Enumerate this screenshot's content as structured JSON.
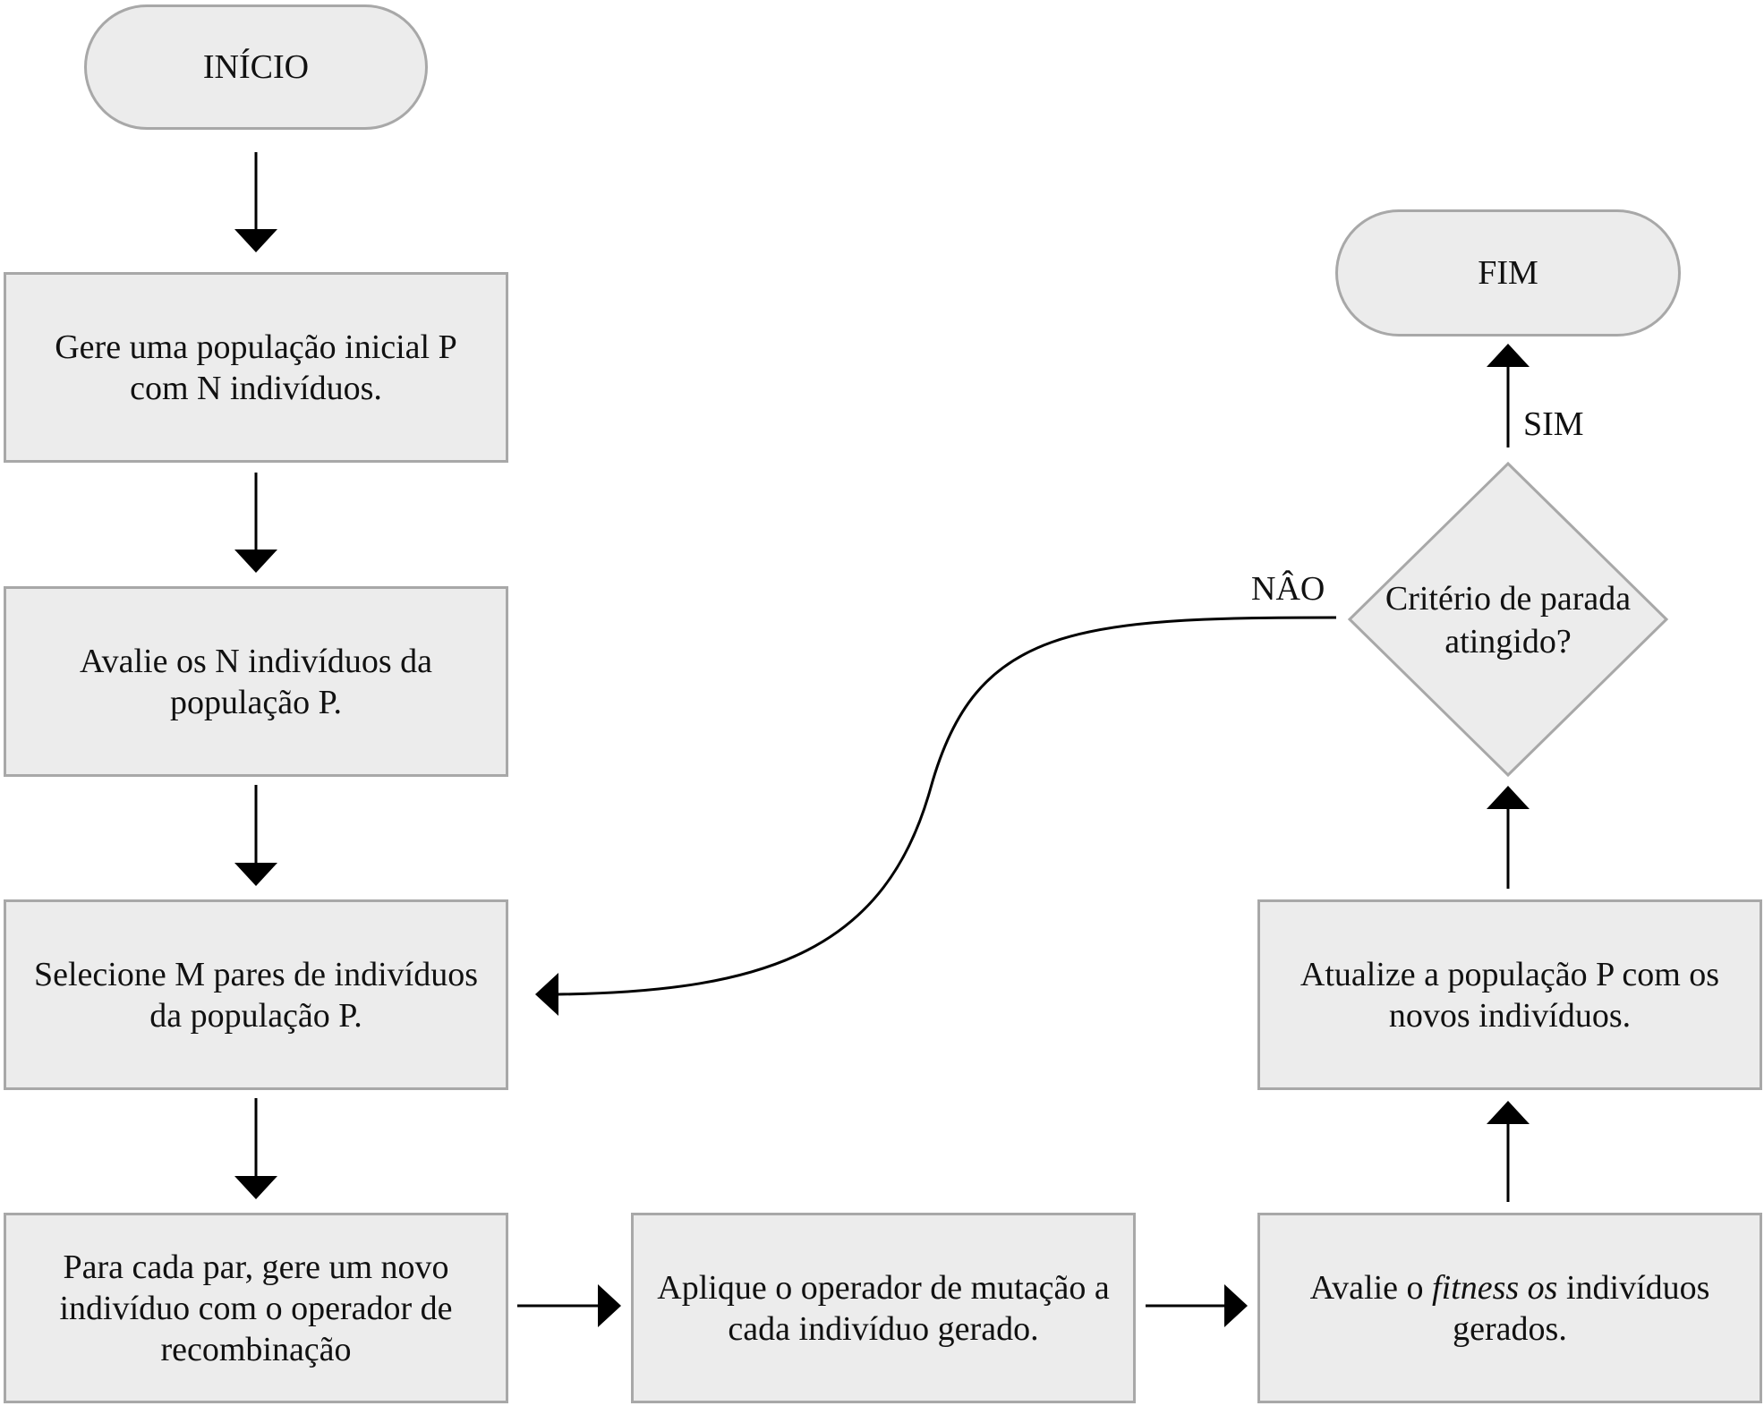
{
  "diagram": {
    "nodes": {
      "start": "INÍCIO",
      "generate": "Gere uma população inicial P com N indivíduos.",
      "evaluate": "Avalie os N indivíduos da população P.",
      "select": "Selecione M pares de indivíduos da população P.",
      "recombine": "Para cada par, gere um novo indivíduo com o operador de recombinação",
      "mutate": "Aplique o operador de mutação a cada indivíduo gerado.",
      "fitness": {
        "before": "Avalie o ",
        "italic": "fitness os",
        "after": " indivíduos gerados."
      },
      "update": "Atualize a população P com os novos indivíduos.",
      "decision": "Critério de parada atingido?",
      "end": "FIM"
    },
    "labels": {
      "yes": "SIM",
      "no": "NÂO"
    }
  },
  "colors": {
    "box_fill": "#ececec",
    "box_border": "#a8a8a8",
    "line": "#000000"
  }
}
